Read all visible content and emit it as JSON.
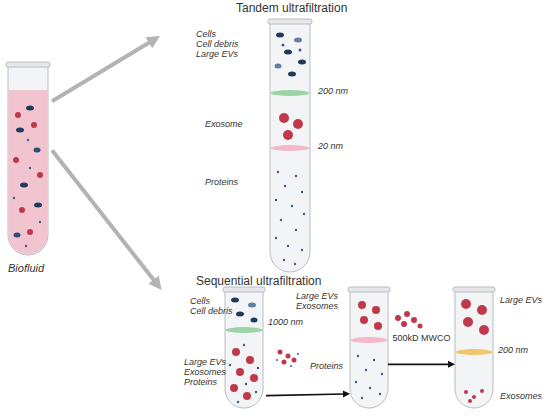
{
  "diagram": {
    "nodes": [
      {
        "text": [
          "Biofluid"
        ]
      },
      {
        "text": [
          "Cells",
          "Cell debris",
          "Large EVs",
          "200 nm",
          "Exosome",
          "20 nm",
          "Proteins"
        ]
      },
      {
        "text": [
          "Cells",
          "Cell debris",
          "1000 nm",
          "Large EVs",
          "Exosomes",
          "Proteins"
        ]
      },
      {
        "text": [
          "Large EVs",
          "Exosomes",
          "Proteins"
        ]
      },
      {
        "text": [
          "Large EVs",
          "200 nm",
          "Exosomes"
        ]
      }
    ],
    "edges": [
      {
        "from": 0,
        "to": 1,
        "arrow": "to"
      },
      {
        "from": 0,
        "to": 2,
        "arrow": "to"
      },
      {
        "from": 2,
        "to": 3,
        "arrow": "to"
      },
      {
        "from": 3,
        "to": 4,
        "arrow": "to",
        "label": "500kD MWCO"
      }
    ],
    "labels": [
      "Tandem ultrafiltration",
      "Sequential ultrafiltration"
    ]
  }
}
